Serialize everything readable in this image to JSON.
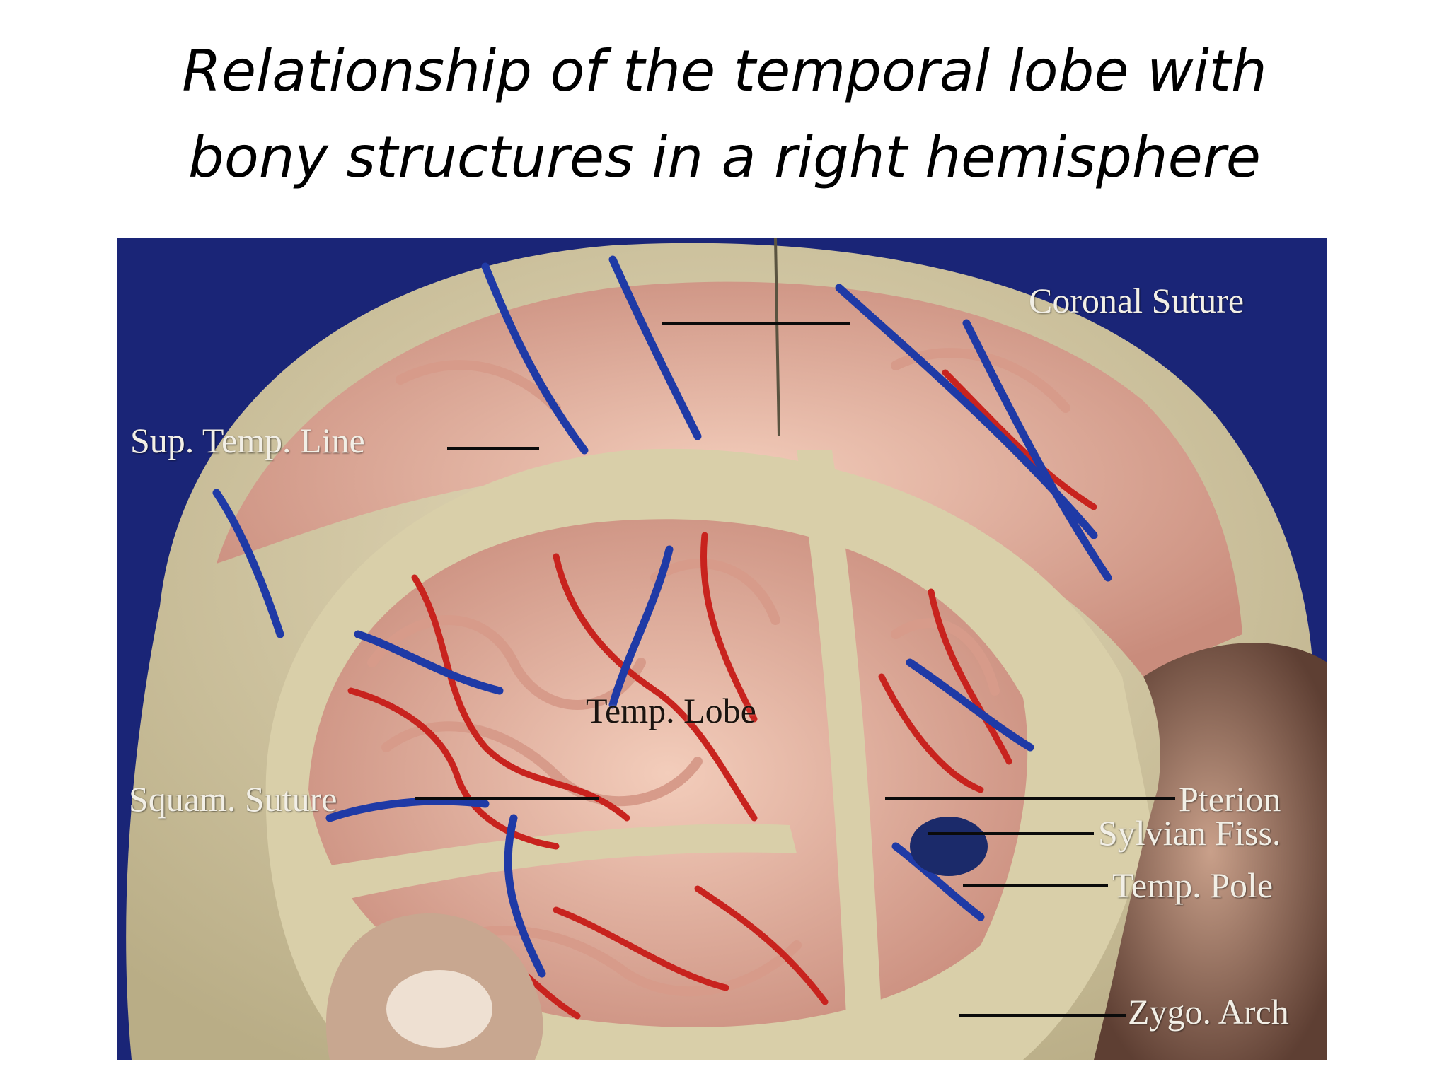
{
  "slide": {
    "title_line1": "Relationship of the temporal lobe with",
    "title_line2": "bony structures in a right hemisphere"
  },
  "photo": {
    "subject": "Cadaveric dissection of skull and brain, right lateral view, with arteries in red and veins in blue",
    "colors": {
      "background": "#1a2577",
      "bone": "#d8ceaa",
      "brain": "#e9b8a6",
      "artery": "#c8231e",
      "vein": "#1f3aa6"
    },
    "labels": {
      "coronal_suture": "Coronal Suture",
      "sup_temp_line": "Sup. Temp. Line",
      "temp_lobe": "Temp. Lobe",
      "squam_suture": "Squam. Suture",
      "pterion": "Pterion",
      "sylvian_fiss": "Sylvian Fiss.",
      "temp_pole": "Temp. Pole",
      "zygo_arch": "Zygo. Arch"
    }
  }
}
